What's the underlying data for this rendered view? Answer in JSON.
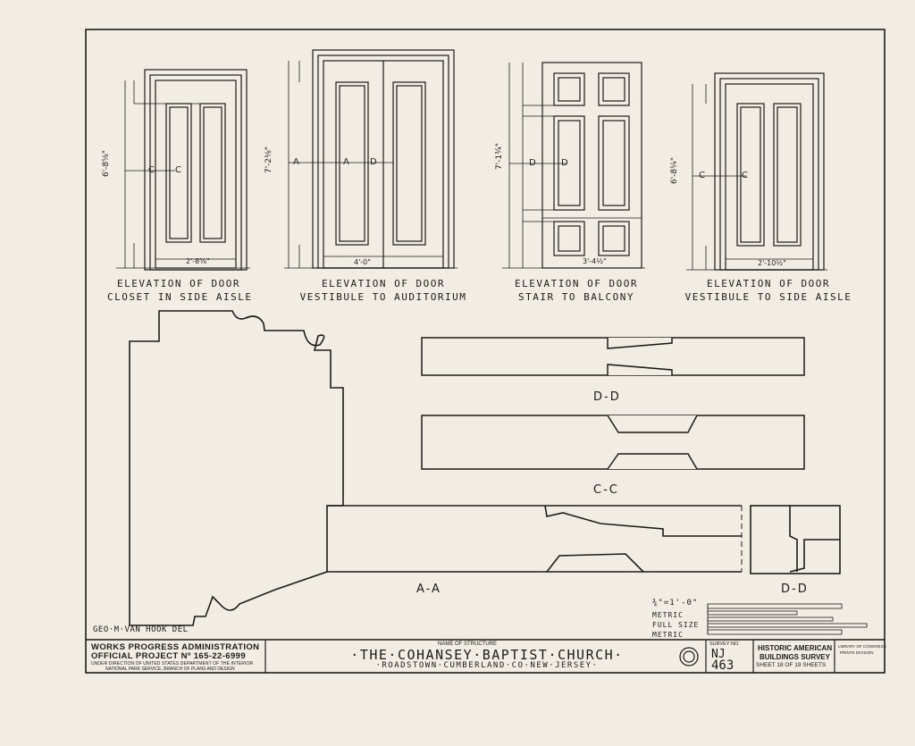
{
  "door_captions": [
    {
      "line1": "ELEVATION OF DOOR",
      "line2": "CLOSET IN SIDE AISLE"
    },
    {
      "line1": "ELEVATION OF DOOR",
      "line2": "VESTIBULE TO AUDITORIUM"
    },
    {
      "line1": "ELEVATION OF DOOR",
      "line2": "STAIR TO BALCONY"
    },
    {
      "line1": "ELEVATION OF DOOR",
      "line2": "VESTIBULE TO SIDE AISLE"
    }
  ],
  "section_labels": {
    "dd_top": "D-D",
    "cc": "C-C",
    "aa": "A-A",
    "dd_small": "D-D"
  },
  "section_marks": {
    "c": "C",
    "a": "A",
    "d": "D"
  },
  "dimensions": {
    "door1_height": "6'-8⅝\"",
    "door1_width": "2'-8⅝\"",
    "door2_height": "7'-2⅜\"",
    "door2_width": "4'-0\"",
    "door3_height": "7'-1¾\"",
    "door3_width": "3'-4½\"",
    "door4_height": "6'-8¼\"",
    "door4_width": "2'-10½\""
  },
  "drafter": "GEO·M·VAN HOOK DEL",
  "scale": {
    "fraction": "¾\"=1'-0\"",
    "lines": [
      "METRIC",
      "FULL SIZE",
      "METRIC"
    ]
  },
  "title_block": {
    "agency_line1": "WORKS PROGRESS ADMINISTRATION",
    "agency_line2": "OFFICIAL PROJECT Nº 165-22-6999",
    "agency_line3": "UNDER DIRECTION OF UNITED STATES DEPARTMENT OF THE INTERIOR",
    "agency_line4": "NATIONAL PARK SERVICE, BRANCH OF PLANS AND DESIGN",
    "name_label": "NAME OF STRUCTURE",
    "structure_name": "·THE·COHANSEY·BAPTIST·CHURCH·",
    "location": "·ROADSTOWN·CUMBERLAND·CO·NEW·JERSEY·",
    "survey_label": "SURVEY NO.",
    "survey_state": "NJ",
    "survey_number": "463",
    "habs_line1": "HISTORIC AMERICAN",
    "habs_line2": "BUILDINGS SURVEY",
    "sheet_info": "SHEET 18 OF 19 SHEETS",
    "library_line1": "LIBRARY OF CONGRESS",
    "library_line2": "PRINTS DIVISION"
  }
}
